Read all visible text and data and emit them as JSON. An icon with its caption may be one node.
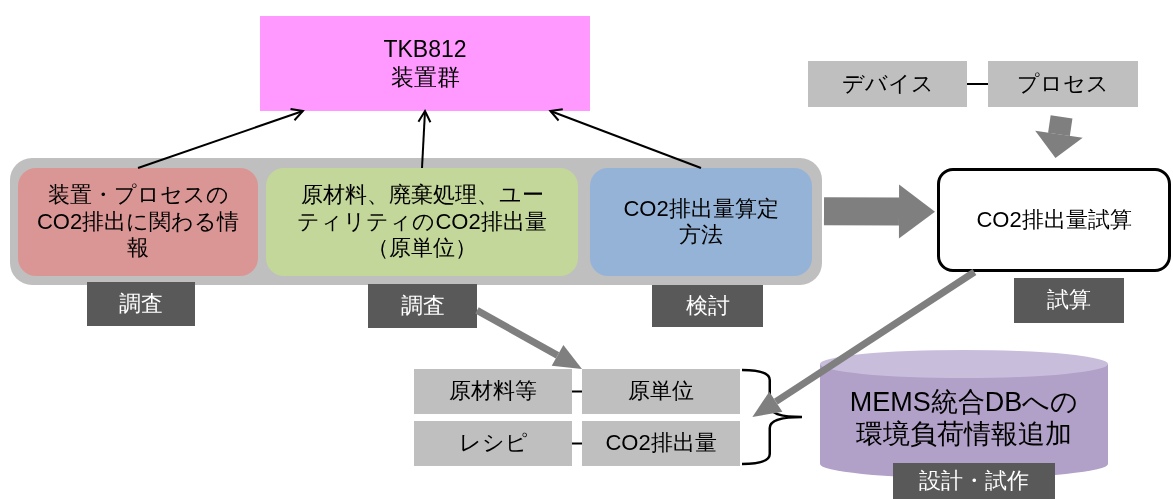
{
  "diagram": {
    "nodes": [
      {
        "text": [
          "TKB812 装置群"
        ]
      },
      {
        "text": [],
        "shape": "box"
      },
      {
        "text": [
          "装置・プロセスのCO2排出に関わる情報"
        ],
        "in": 1
      },
      {
        "text": [
          "原材料、廃棄処理、ユーティリティのCO2排出量（原単位）"
        ],
        "in": 1
      },
      {
        "text": [
          "CO2排出量算定方法"
        ],
        "in": 1
      },
      {
        "text": [
          "調査"
        ]
      },
      {
        "text": [
          "調査"
        ]
      },
      {
        "text": [
          "検討"
        ]
      },
      {
        "text": [
          "デバイス"
        ]
      },
      {
        "text": [
          "プロセス"
        ]
      },
      {
        "text": [
          "CO2排出量試算"
        ]
      },
      {
        "text": [
          "試算"
        ]
      },
      {
        "text": [
          "原材料等"
        ]
      },
      {
        "text": [
          "原単位"
        ]
      },
      {
        "text": [
          "レシピ"
        ]
      },
      {
        "text": [
          "CO2排出量"
        ]
      },
      {
        "text": [
          "MEMS統合DBへの環境負荷情報追加"
        ]
      },
      {
        "text": [
          "設計・試作"
        ]
      },
      {
        "text": [],
        "shape": "bracket"
      }
    ],
    "edges": [
      {
        "from": 2,
        "to": 0,
        "arrow": "to"
      },
      {
        "from": 3,
        "to": 0,
        "arrow": "to"
      },
      {
        "from": 4,
        "to": 0,
        "arrow": "to"
      },
      {
        "from": 8,
        "to": 9,
        "arrow": "none"
      },
      {
        "from": 9,
        "to": 10,
        "arrow": "to",
        "style": "thick",
        "color": "#7f7f7f"
      },
      {
        "from": 1,
        "to": 10,
        "arrow": "to",
        "style": "thick",
        "color": "#7f7f7f"
      },
      {
        "from": 6,
        "to": 13,
        "arrow": "to",
        "style": "thick",
        "color": "#7f7f7f"
      },
      {
        "from": 10,
        "to": 18,
        "arrow": "to",
        "style": "thick",
        "color": "#7f7f7f"
      },
      {
        "from": 12,
        "to": 13,
        "arrow": "none"
      },
      {
        "from": 14,
        "to": 15,
        "arrow": "none"
      }
    ]
  }
}
